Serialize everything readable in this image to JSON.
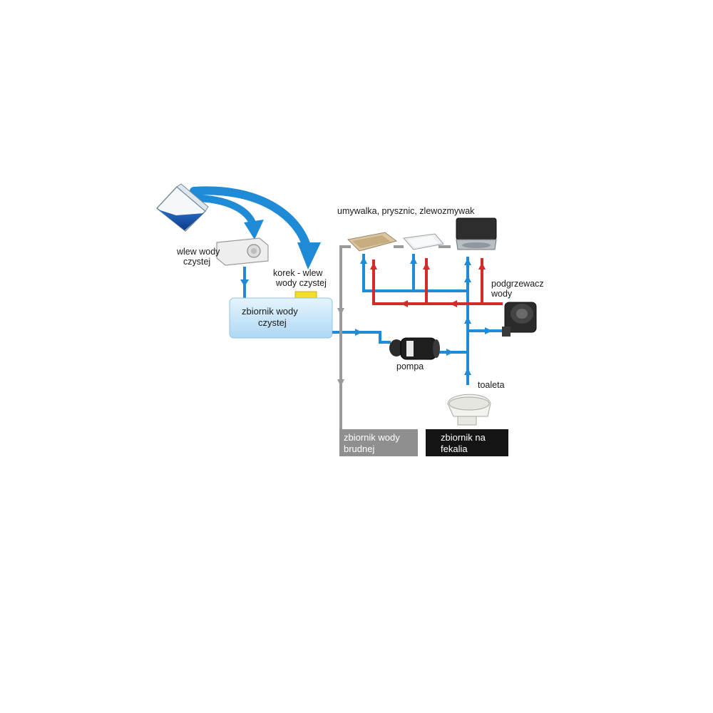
{
  "labels": {
    "fill_inlet": [
      "wlew wody",
      "czystej"
    ],
    "cap_inlet": [
      "korek - wlew",
      "wody czystej"
    ],
    "fresh_tank": [
      "zbiornik wody",
      "czystej"
    ],
    "fixtures": "umywalka, prysznic, zlewozmywak",
    "heater": [
      "podgrzewacz",
      "wody"
    ],
    "pump": "pompa",
    "toilet": "toaleta",
    "grey_tank": [
      "zbiornik wody",
      "brudnej"
    ],
    "black_tank": [
      "zbiornik na",
      "fekalia"
    ]
  },
  "colors": {
    "cold_water": "#1f8ad6",
    "hot_water": "#d62a2a",
    "grey_water": "#9a9a9a",
    "fresh_tank_fill": "#cde8f8",
    "grey_tank_fill": "#8f8f8f",
    "black_tank_fill": "#141414"
  }
}
